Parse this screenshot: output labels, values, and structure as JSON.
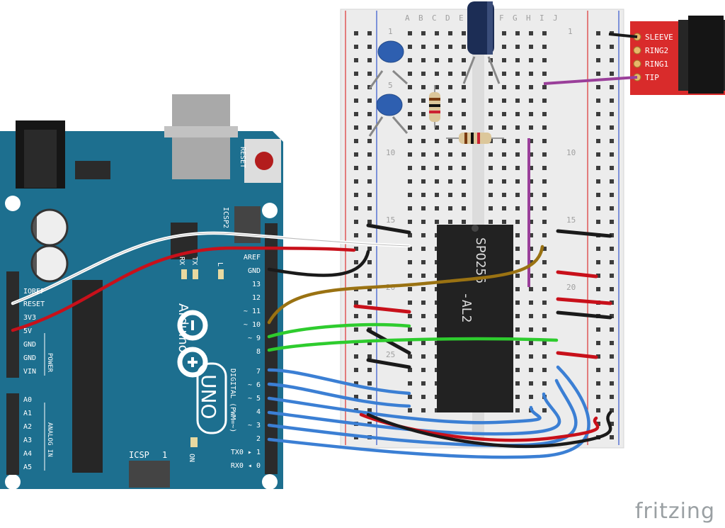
{
  "watermark": "fritzing",
  "breadboard": {
    "col_letters": [
      "A",
      "B",
      "C",
      "D",
      "E",
      "F",
      "G",
      "H",
      "I",
      "J"
    ],
    "row_numbers": [
      "1",
      "5",
      "10",
      "15",
      "20",
      "25"
    ]
  },
  "audio_jack": {
    "pins": [
      "SLEEVE",
      "RING2",
      "RING1",
      "TIP"
    ]
  },
  "chip": {
    "line1": "SPO256",
    "line2": "-AL2"
  },
  "arduino": {
    "brand": "Arduino",
    "model": "UNO",
    "reset": "RESET",
    "icsp_top": "ICSP2",
    "icsp_bottom": "ICSP",
    "icsp_num": "1",
    "on": "ON",
    "tx": "TX",
    "rx": "RX",
    "l": "L",
    "digital_label": "DIGITAL (PWM=~)",
    "power_label": "POWER",
    "analog_label": "ANALOG IN",
    "header_top": [
      "AREF",
      "GND",
      "13",
      "12",
      "~ 11",
      "~ 10",
      "~ 9",
      "8"
    ],
    "header_bottom": [
      "7",
      "~ 6",
      "~ 5",
      "4",
      "~ 3",
      "2",
      "TX0 ▸ 1",
      "RX0 ◂ 0"
    ],
    "power_pins": [
      "IOREF",
      "RESET",
      "3V3",
      "5V",
      "GND",
      "GND",
      "VIN"
    ],
    "analog_pins": [
      "A0",
      "A1",
      "A2",
      "A3",
      "A4",
      "A5"
    ]
  },
  "colors": {
    "board": "#1d6f8f",
    "breadboard": "#e9e9e9",
    "red_wire": "#c8101a",
    "black_wire": "#1a1a1a",
    "green_wire": "#2ecc2e",
    "blue_wire": "#3b7fd4",
    "brown_wire": "#9a7212",
    "purple_wire": "#9a3f9a",
    "jack": "#d92b2b"
  }
}
